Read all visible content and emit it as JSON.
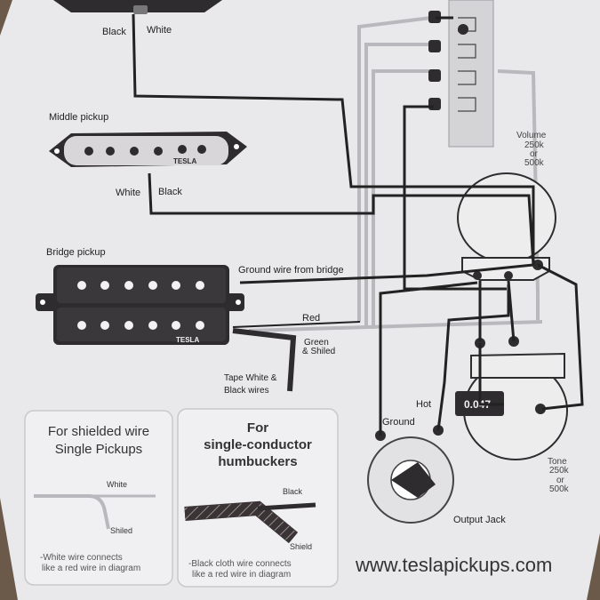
{
  "neck_pickup": {
    "wire_black": "Black",
    "wire_white": "White"
  },
  "middle_pickup": {
    "label": "Middle pickup",
    "brand": "TESLA",
    "wire_white": "White",
    "wire_black": "Black"
  },
  "bridge_pickup": {
    "label": "Bridge pickup",
    "brand": "TESLA"
  },
  "wire_labels": {
    "ground_from_bridge": "Ground wire from bridge",
    "red": "Red",
    "green_line1": "Green",
    "green_line2": "& Shiled",
    "tape_line1": "Tape White &",
    "tape_line2": "Black wires"
  },
  "volume_pot": {
    "line1": "Volume",
    "line2": "250k",
    "line3": "or",
    "line4": "500k"
  },
  "tone_pot": {
    "line1": "Tone",
    "line2": "250k",
    "line3": "or",
    "line4": "500k"
  },
  "capacitor": {
    "value": "0.047"
  },
  "jack": {
    "label": "Output Jack",
    "hot": "Hot",
    "ground": "Ground"
  },
  "box_shielded": {
    "title_line1": "For shielded wire",
    "title_line2": "Single Pickups",
    "white": "White",
    "shiled": "Shiled",
    "note_line1": "-White wire connects",
    "note_line2": "like a red wire in diagram"
  },
  "box_single": {
    "title_line1": "For",
    "title_line2": "single-conductor",
    "title_line3": "humbuckers",
    "black": "Black",
    "shield": "Shield",
    "note_line1": "-Black cloth wire connects",
    "note_line2": "like a red wire in diagram"
  },
  "website": "www.teslapickups.com",
  "colors": {
    "paper": "#e9e8ea",
    "wire": "#222222",
    "grey_wire": "#b9b9bd",
    "pickup": "#2e2c2e"
  }
}
